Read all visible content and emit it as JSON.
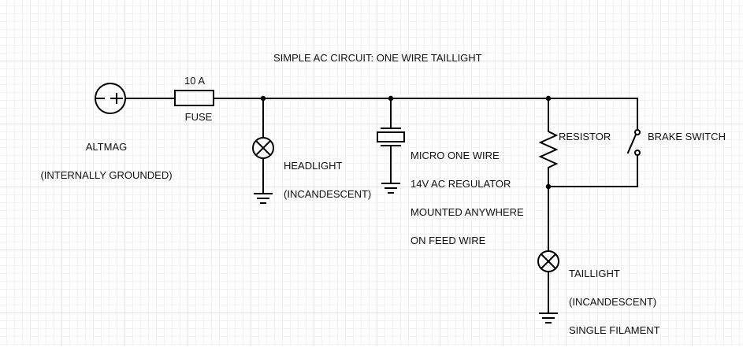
{
  "diagram": {
    "title": "SIMPLE AC CIRCUIT: ONE WIRE TAILLIGHT",
    "components": {
      "altmag": {
        "name": "ALTMAG",
        "note": "(INTERNALLY GROUNDED)",
        "icon": "ac-source-icon"
      },
      "fuse": {
        "rating": "10 A",
        "name": "FUSE",
        "icon": "fuse-icon"
      },
      "headlight": {
        "line1": "HEADLIGHT",
        "line2": "(INCANDESCENT)",
        "icon": "lamp-icon"
      },
      "regulator": {
        "line1": "MICRO ONE WIRE",
        "line2": "14V AC REGULATOR",
        "line3": "MOUNTED ANYWHERE",
        "line4": "ON FEED WIRE",
        "icon": "crystal-icon"
      },
      "resistor": {
        "name": "RESISTOR",
        "icon": "resistor-icon"
      },
      "brake_switch": {
        "name": "BRAKE SWITCH",
        "icon": "switch-icon"
      },
      "taillight": {
        "line1": "TAILLIGHT",
        "line2": "(INCANDESCENT)",
        "line3": "SINGLE FILAMENT",
        "icon": "lamp-icon"
      }
    },
    "grounds": [
      "ground-icon",
      "ground-icon",
      "ground-icon"
    ],
    "colors": {
      "wire": "#000000",
      "grid": "#e4e4e4",
      "background": "#ffffff"
    }
  }
}
